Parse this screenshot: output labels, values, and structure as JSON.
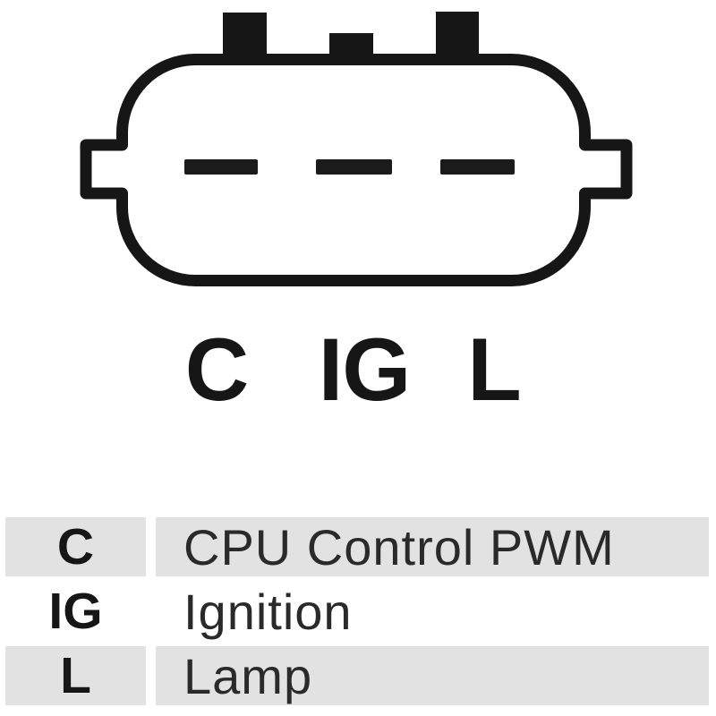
{
  "figure": {
    "pin_labels": [
      "C",
      "IG",
      "L"
    ]
  },
  "legend": {
    "rows": [
      {
        "pin": "C",
        "description": "CPU Control PWM"
      },
      {
        "pin": "IG",
        "description": "Ignition"
      },
      {
        "pin": "L",
        "description": "Lamp"
      }
    ]
  },
  "colors": {
    "outline": "#161616",
    "pin_slot_fill": "#1b1b1b",
    "table_row_shaded": "#e2e2e2",
    "table_row_plain": "#ffffff",
    "text": "#161616",
    "description_text": "#2a2a2a",
    "background": "#ffffff"
  }
}
